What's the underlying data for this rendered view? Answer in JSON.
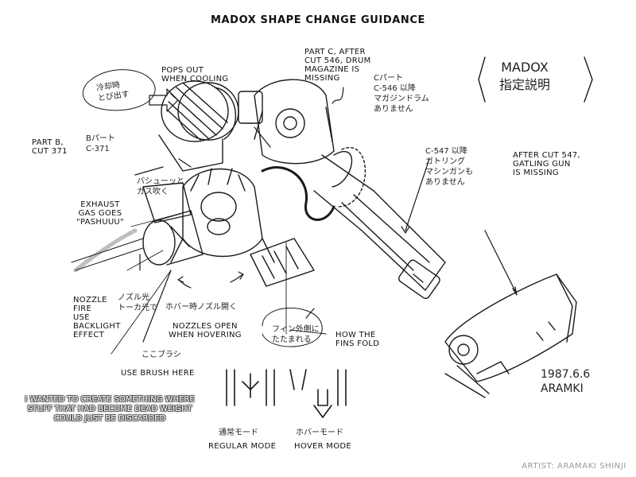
{
  "title": "MADOX SHAPE CHANGE GUIDANCE",
  "labels": {
    "pops_out": "POPS OUT\nWHEN COOLING",
    "part_b": "PART B,\nCUT 371",
    "part_c": "PART C, AFTER\nCUT 546, DRUM\nMAGAZINE IS\nMISSING",
    "after_547": "AFTER CUT 547,\nGATLING GUN\nIS MISSING",
    "exhaust": "EXHAUST\nGAS GOES\n\"PASHUUU\"",
    "nozzle_fire": "NOZZLE\nFIRE\nUSE\nBACKLIGHT\nEFFECT",
    "nozzles_open": "NOZZLES OPEN\nWHEN HOVERING",
    "fins_fold": "HOW THE\nFINS FOLD",
    "use_brush": "USE BRUSH HERE",
    "regular_mode": "REGULAR MODE",
    "hover_mode": "HOVER MODE"
  },
  "japanese_notes": {
    "madox_title": "MADOX\n指定説明",
    "cooling": "冷却時\nとび出す",
    "part_b": "Bパート\nC-371",
    "part_c": "Cパート\nC-546 以降\nマガジンドラム\nありません",
    "gatling": "C-547 以降\nガトリング\nマシンガンも\nありません",
    "exhaust": "バシューッと\nガス吹く",
    "nozzle": "ノズル光\nトーカ光で",
    "hover": "ホバー時ノズル開く",
    "fins": "フィン外側に\nたたまれる",
    "brush": "ここブラシ",
    "regular": "通常モード",
    "hover_mode": "ホバーモード"
  },
  "signature": "1987.6.6\nARAMKI",
  "artist_comment": "I WANTED TO CREATE SOMETHING WHERE\nSTUFF THAT HAD BECOME DEAD WEIGHT\nCOULD JUST BE DISCARDED",
  "credit": "ARTIST: ARAMAKI SHINJI"
}
